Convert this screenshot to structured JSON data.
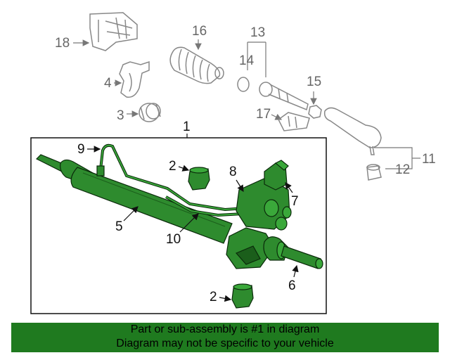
{
  "callouts": {
    "c1": "1",
    "c2a": "2",
    "c2b": "2",
    "c3": "3",
    "c4": "4",
    "c5": "5",
    "c6": "6",
    "c7": "7",
    "c8": "8",
    "c9": "9",
    "c10": "10",
    "c11": "11",
    "c12": "12",
    "c13": "13",
    "c14": "14",
    "c15": "15",
    "c16": "16",
    "c17": "17",
    "c18": "18"
  },
  "banner": {
    "line1": "Part or sub-assembly is #1 in diagram",
    "line2": "Diagram may not be specific to your vehicle"
  },
  "colors": {
    "highlight_green": "#1f7a1f",
    "part_fill": "#2e8b2e",
    "grey_parts": "#888888"
  }
}
